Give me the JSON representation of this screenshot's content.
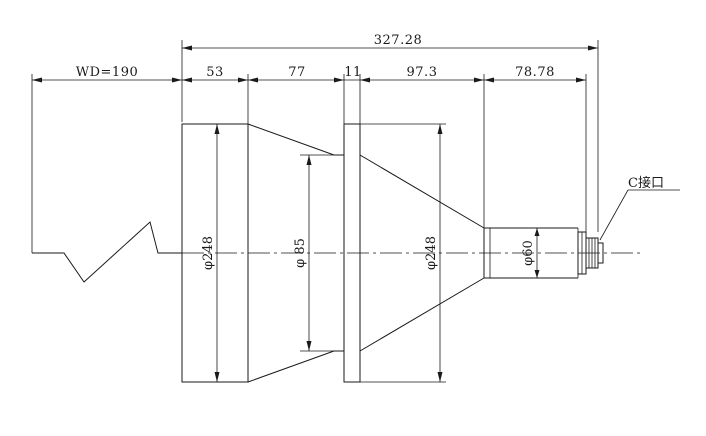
{
  "dimensions": {
    "overall": "327.28",
    "working_distance": "WD=190",
    "segments": [
      "53",
      "77",
      "11",
      "97.3",
      "78.78"
    ],
    "diameter_front": "φ248",
    "diameter_neck": "φ 85",
    "diameter_flange": "φ248",
    "diameter_barrel": "φ60"
  },
  "callouts": {
    "mount": "C接口"
  }
}
